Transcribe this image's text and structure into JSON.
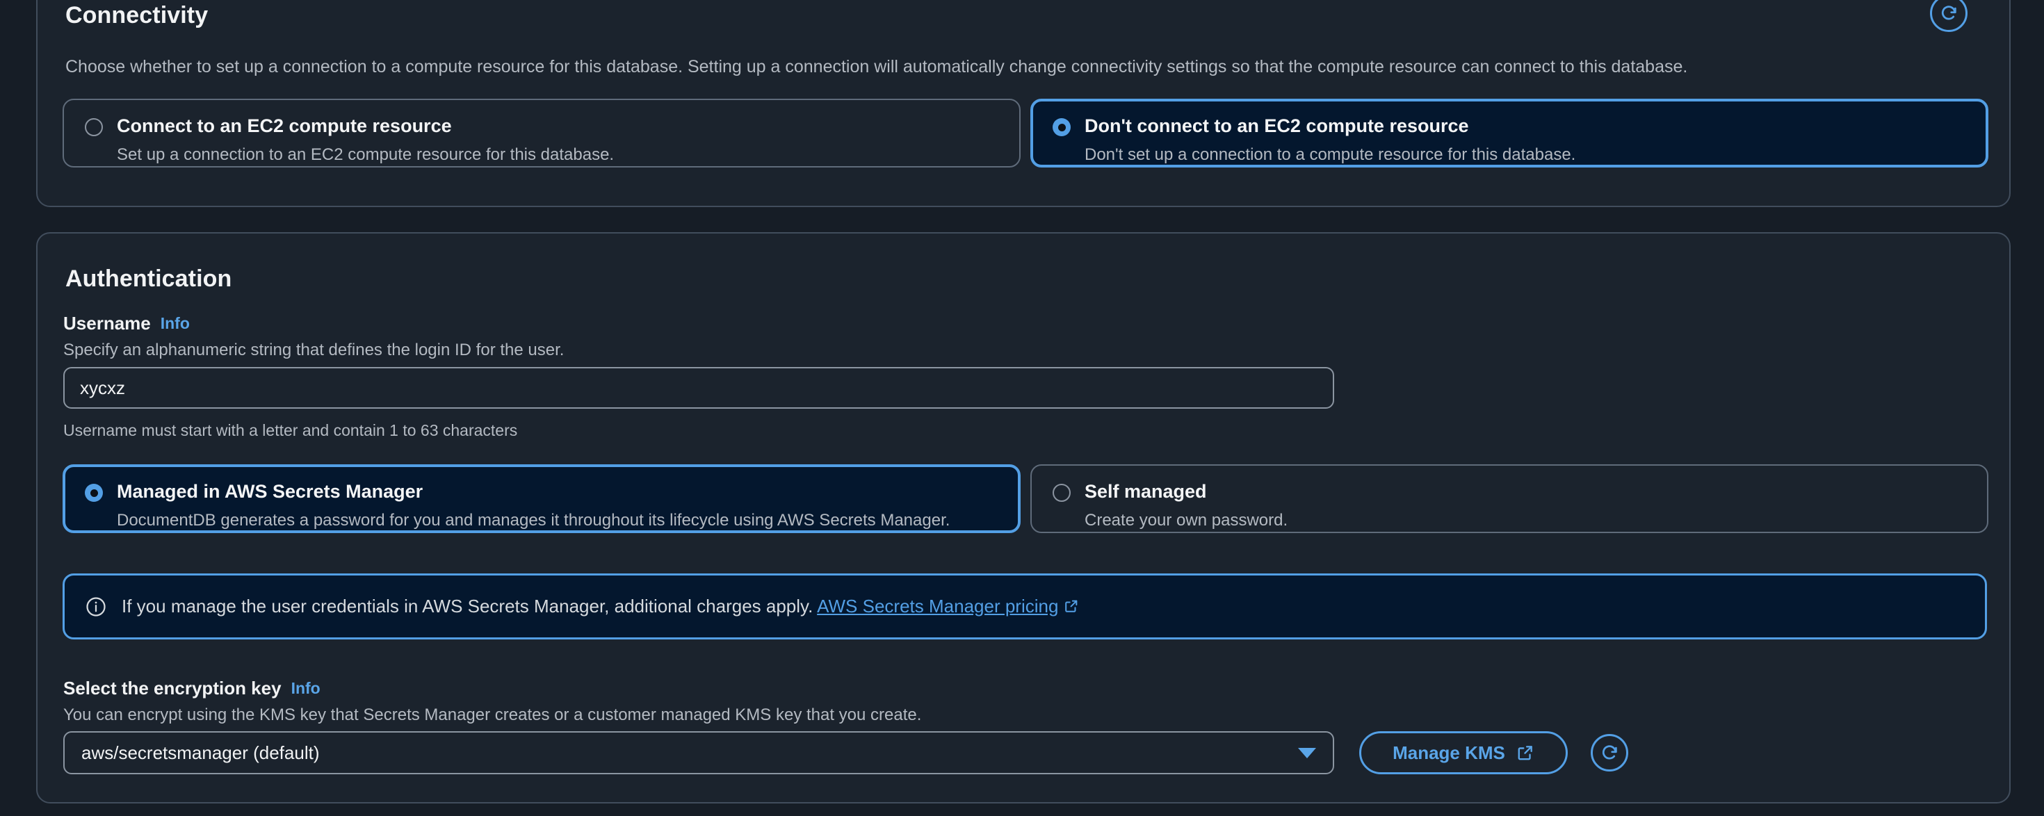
{
  "connectivity": {
    "title": "Connectivity",
    "description": "Choose whether to set up a connection to a compute resource for this database. Setting up a connection will automatically change connectivity settings so that the compute resource can connect to this database.",
    "refresh_icon": "refresh-icon",
    "options": [
      {
        "label": "Connect to an EC2 compute resource",
        "description": "Set up a connection to an EC2 compute resource for this database.",
        "selected": false
      },
      {
        "label": "Don't connect to an EC2 compute resource",
        "description": "Don't set up a connection to a compute resource for this database.",
        "selected": true
      }
    ]
  },
  "authentication": {
    "title": "Authentication",
    "username": {
      "label": "Username",
      "info_label": "Info",
      "description": "Specify an alphanumeric string that defines the login ID for the user.",
      "value": "xycxz",
      "constraint": "Username must start with a letter and contain 1 to 63 characters"
    },
    "credential_options": [
      {
        "label": "Managed in AWS Secrets Manager",
        "description": "DocumentDB generates a password for you and manages it throughout its lifecycle using AWS Secrets Manager.",
        "selected": true
      },
      {
        "label": "Self managed",
        "description": "Create your own password.",
        "selected": false
      }
    ],
    "alert": {
      "icon": "info-circle-icon",
      "text": "If you manage the user credentials in AWS Secrets Manager, additional charges apply.",
      "link_text": "AWS Secrets Manager pricing",
      "link_external_icon": "external-link-icon"
    },
    "encryption": {
      "label": "Select the encryption key",
      "info_label": "Info",
      "description": "You can encrypt using the KMS key that Secrets Manager creates or a customer managed KMS key that you create.",
      "selected_key": "aws/secretsmanager (default)",
      "manage_button": "Manage KMS",
      "manage_button_icon": "external-link-icon",
      "refresh_icon": "refresh-icon"
    }
  },
  "colors": {
    "accent": "#539fe5",
    "panel_bg": "#1b232d",
    "page_bg": "#161d26",
    "selected_tile_bg": "#04172e",
    "border": "#414d5c"
  }
}
